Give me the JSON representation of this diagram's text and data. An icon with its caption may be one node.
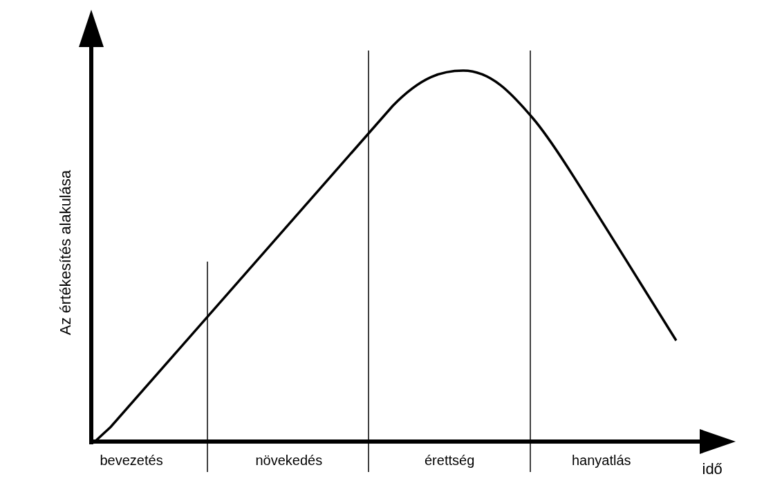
{
  "diagram": {
    "labels": [
      "Az értékesítés alakulása",
      "bevezetés",
      "növekedés",
      "érettség",
      "hanyatlás",
      "idő"
    ]
  }
}
